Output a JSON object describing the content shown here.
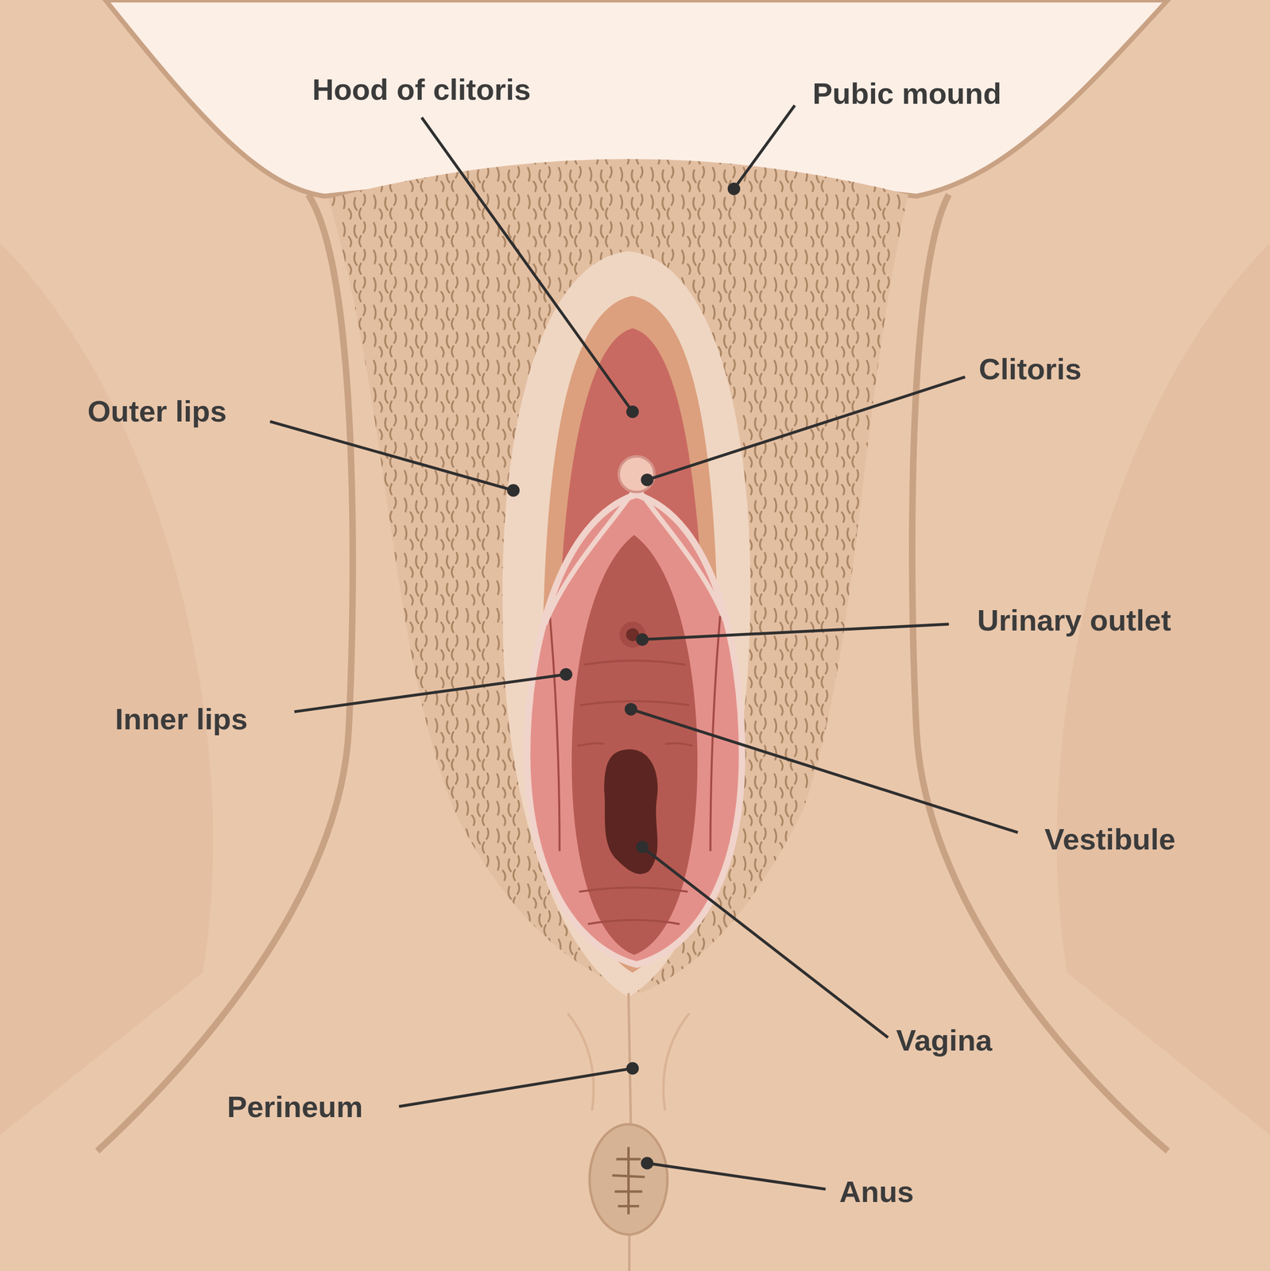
{
  "diagram": {
    "labels": [
      "Hood of clitoris",
      "Pubic mound",
      "Clitoris",
      "Outer lips",
      "Urinary outlet",
      "Inner lips",
      "Vestibule",
      "Vagina",
      "Perineum",
      "Anus"
    ]
  }
}
